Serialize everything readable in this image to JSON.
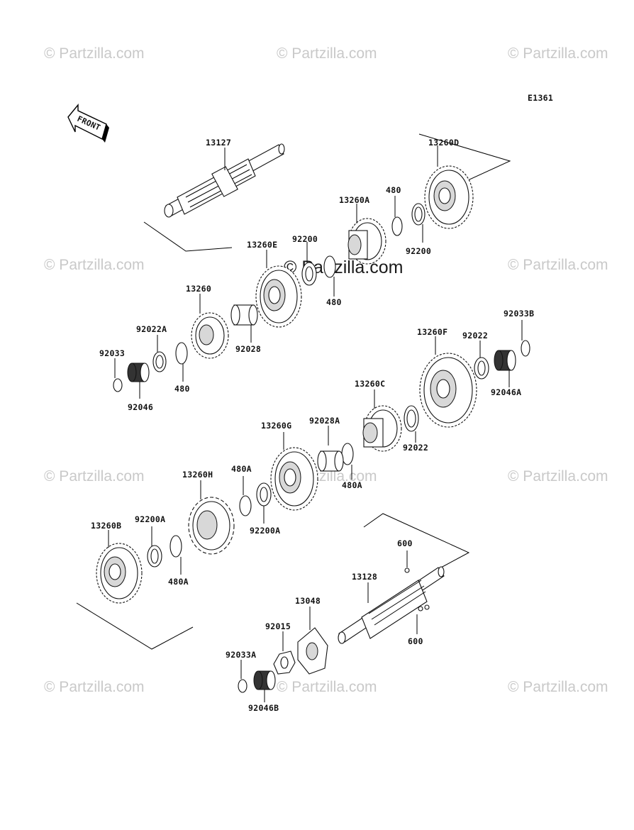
{
  "diagram_code": "E1361",
  "front_label": "FRONT",
  "watermark": {
    "text": "© Partzilla.com",
    "center_text": "© Partzilla.com"
  },
  "parts": {
    "p13127": "13127",
    "p13260D": "13260D",
    "p13260A": "13260A",
    "p480_top": "480",
    "p92200_right": "92200",
    "p13260E": "13260E",
    "p92200_mid": "92200",
    "p480_mid": "480",
    "p13260": "13260",
    "p92028": "92028",
    "p92022A": "92022A",
    "p92033": "92033",
    "p480_low": "480",
    "p92046": "92046",
    "p92033B": "92033B",
    "p13260F": "13260F",
    "p92022_top": "92022",
    "p92046A": "92046A",
    "p13260C": "13260C",
    "p92022_low": "92022",
    "p92028A": "92028A",
    "p480A_right": "480A",
    "p13260G": "13260G",
    "p480A_top": "480A",
    "p13260H": "13260H",
    "p92200A_mid": "92200A",
    "p92200A_left": "92200A",
    "p13260B": "13260B",
    "p480A_low": "480A",
    "p600_top": "600",
    "p13128": "13128",
    "p600_low": "600",
    "p13048": "13048",
    "p92015": "92015",
    "p92033A": "92033A",
    "p92046B": "92046B"
  }
}
